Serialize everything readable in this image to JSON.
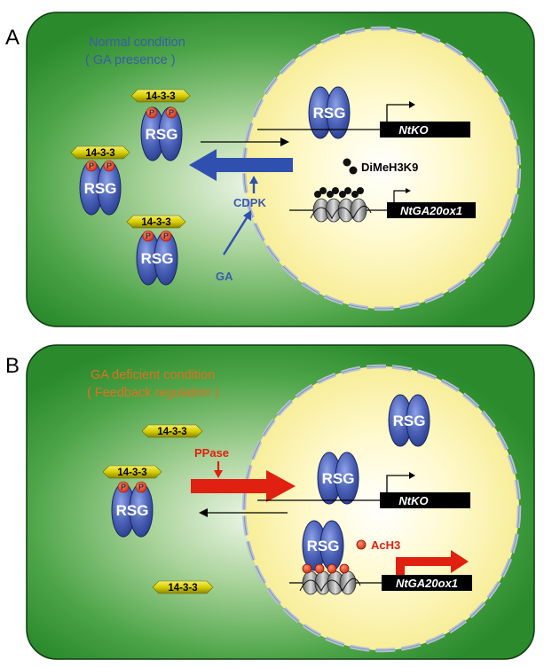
{
  "panel_a": {
    "letter": "A",
    "title_line1": "Normal condition",
    "title_line2": "( GA presence )",
    "rsg": "RSG",
    "protein_1433": "14-3-3",
    "phospho": "P",
    "gene_ko": "NtKO",
    "gene_ga20": "NtGA20ox1",
    "dimeh_label": "DiMeH3K9",
    "cdpk_label": "CDPK",
    "ga_label": "GA"
  },
  "panel_b": {
    "letter": "B",
    "title_line1": "GA deficient condition",
    "title_line2": "( Feedback regulation )",
    "rsg": "RSG",
    "protein_1433": "14-3-3",
    "phospho": "P",
    "gene_ko": "NtKO",
    "gene_ga20": "NtGA20ox1",
    "ppase_label": "PPase",
    "ach3_label": "AcH3"
  },
  "colors": {
    "cell_green": "#2e8b2e",
    "nucleus": "#fff6b0",
    "rsg_blue": "#3a4fa8",
    "protein_yellow": "#d8d000",
    "phospho_red": "#e03020",
    "arrow_blue": "#3050b0",
    "arrow_red": "#e02010",
    "text_blue": "#3a5bb0",
    "text_orange": "#e07020"
  }
}
